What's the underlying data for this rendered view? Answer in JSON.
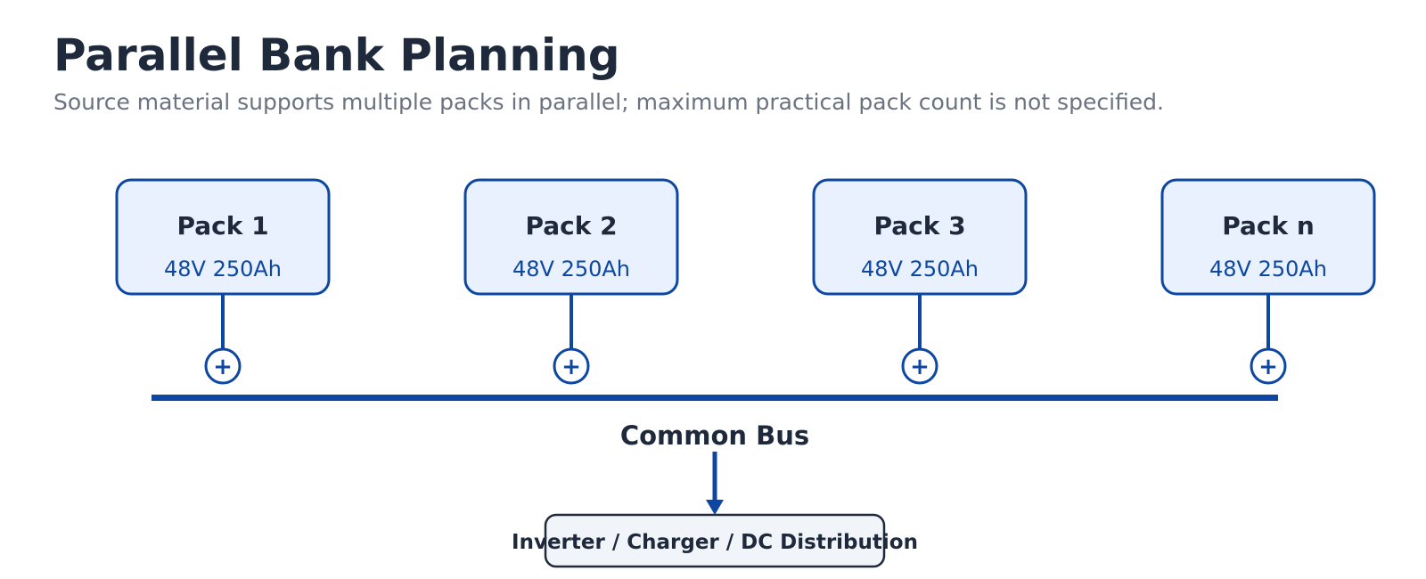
{
  "header": {
    "title": "Parallel Bank Planning",
    "subtitle": "Source material supports multiple packs in parallel; maximum practical pack count is not specified."
  },
  "packs": [
    {
      "name": "Pack 1",
      "spec": "48V 250Ah",
      "terminal": "+"
    },
    {
      "name": "Pack 2",
      "spec": "48V 250Ah",
      "terminal": "+"
    },
    {
      "name": "Pack 3",
      "spec": "48V 250Ah",
      "terminal": "+"
    },
    {
      "name": "Pack n",
      "spec": "48V 250Ah",
      "terminal": "+"
    }
  ],
  "bus": {
    "label": "Common Bus"
  },
  "load": {
    "label": "Inverter / Charger / DC Distribution"
  },
  "colors": {
    "accent": "#0d47a1",
    "pack_fill": "#e8f1fd",
    "text_dark": "#1e293b",
    "text_muted": "#6b7280",
    "load_fill": "#f1f5f9"
  }
}
